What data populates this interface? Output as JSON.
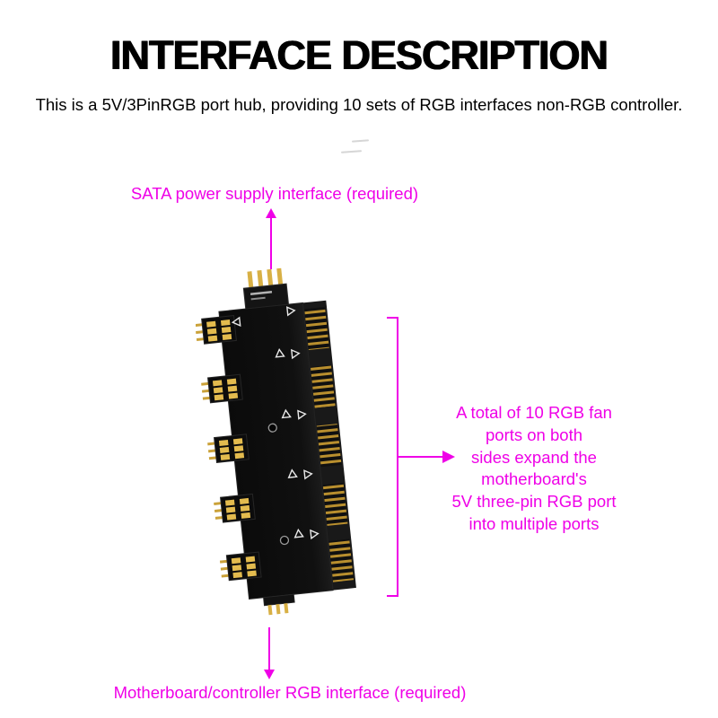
{
  "accent": "#ef00e7",
  "header": {
    "title": "INTERFACE DESCRIPTION",
    "subtitle": "This is a 5V/3PinRGB port hub, providing 10 sets of RGB interfaces non-RGB controller."
  },
  "callouts": {
    "sata_label": "SATA power supply interface (required)",
    "ports_label_lines": [
      "A total of 10 RGB fan",
      "ports on both",
      "sides expand the",
      "motherboard's",
      "5V three-pin RGB port",
      "into multiple ports"
    ],
    "motherboard_label": "Motherboard/controller RGB interface (required)"
  }
}
